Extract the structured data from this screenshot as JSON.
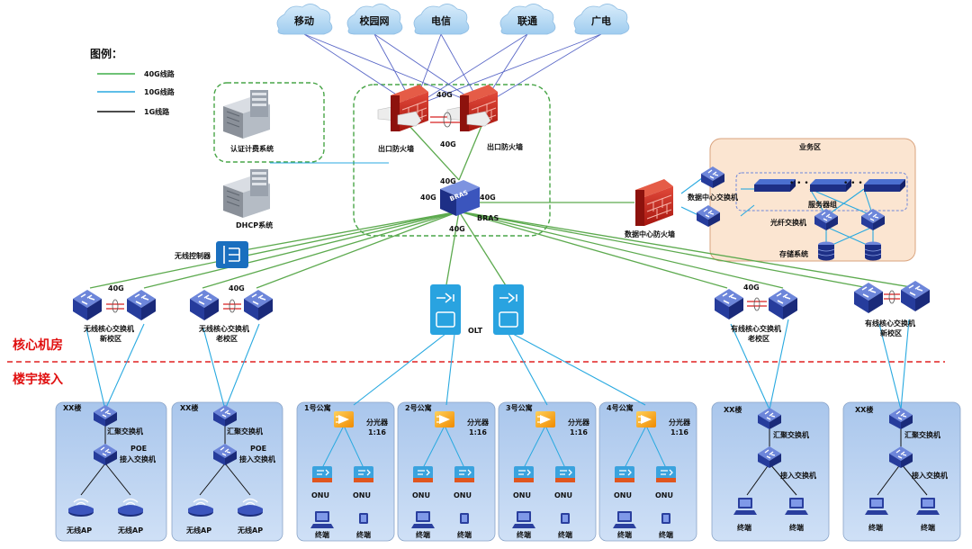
{
  "legend": {
    "title": "图例：",
    "items": [
      {
        "label": "40G线路",
        "color": "#3fae49"
      },
      {
        "label": "10G线路",
        "color": "#28a9e0"
      },
      {
        "label": "1G线路",
        "color": "#111111"
      }
    ]
  },
  "clouds": [
    "移动",
    "校园网",
    "电信",
    "联通",
    "广电"
  ],
  "core": {
    "auth_system": "认证计费系统",
    "dhcp_system": "DHCP系统",
    "firewall_label": "出口防火墙",
    "bras": "BRAS",
    "bras_chip": "BRAS",
    "wireless_controller": "无线控制器",
    "olt": "OLT",
    "speed_40g": "40G"
  },
  "business_zone": {
    "title": "业务区",
    "dc_firewall": "数据中心防火墙",
    "dc_switch": "数据中心交换机",
    "server_group": "服务器组",
    "fiber_switch": "光纤交换机",
    "storage": "存储系统",
    "dots": "• • •"
  },
  "core_switches": {
    "wireless_new": [
      "无线核心交换机",
      "新校区"
    ],
    "wireless_old": [
      "无线核心交换机",
      "老校区"
    ],
    "wired_old": [
      "有线核心交换机",
      "老校区"
    ],
    "wired_new": [
      "有线核心交换机",
      "新校区"
    ]
  },
  "zones": {
    "core_room": "核心机房",
    "building_access": "楼宇接入"
  },
  "buildings": {
    "xx": "XX楼",
    "aggregation_switch": "汇聚交换机",
    "poe_line1": "POE",
    "poe_line2": "接入交换机",
    "poe_access_switch": "POE\n接入交换机",
    "access_switch": "接入交换机",
    "ap": "无线AP",
    "terminal": "终端",
    "onu": "ONU",
    "splitter_line1": "分光器",
    "splitter_line2": "1:16",
    "apartments": [
      "1号公寓",
      "2号公寓",
      "3号公寓",
      "4号公寓"
    ]
  }
}
